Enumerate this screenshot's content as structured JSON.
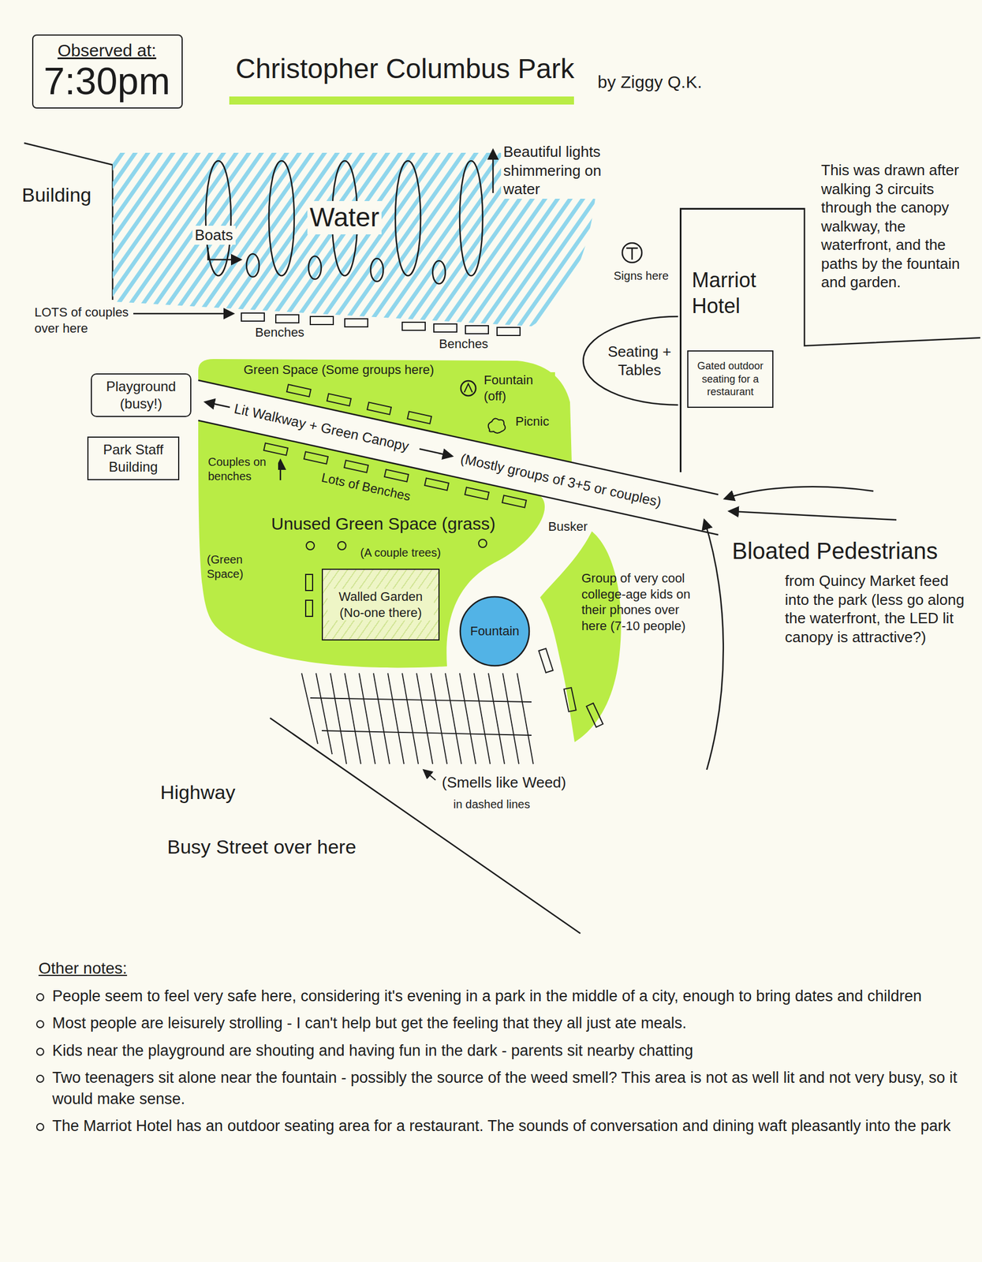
{
  "diagram": {
    "title": "Christopher Columbus Park",
    "nodes": [
      {
        "text": [
          "Observed at:",
          "7:30pm"
        ]
      },
      {
        "text": [
          "Marriot Hotel"
        ]
      },
      {
        "text": [
          "Seating + Tables"
        ]
      },
      {
        "text": [
          "Gated outdoor seating for a restaurant"
        ],
        "in": 1
      },
      {
        "text": [
          "Playground (busy!)"
        ]
      },
      {
        "text": [
          "Park Staff Building"
        ]
      },
      {
        "text": [
          "Walled Garden (No-one there)"
        ]
      },
      {
        "text": [
          "Fountain"
        ]
      }
    ],
    "labels": [
      "by Ziggy Q.K.",
      "Building",
      "Beautiful lights shimmering on water",
      "Water",
      "Boats",
      "This was drawn after walking 3 circuits through the canopy walkway, the waterfront, and the paths by the fountain and garden.",
      "Signs here",
      "LOTS of couples over here",
      "Benches",
      "Benches",
      "Green Space (Some groups here)",
      "Fountain (off)",
      "Picnic",
      "Lit Walkway + Green Canopy",
      "(Mostly groups of 3+5 or couples)",
      "Couples on benches",
      "Lots of Benches",
      "Unused Green Space (grass)",
      "Busker",
      "(A couple trees)",
      "(Green Space)",
      "Group of very cool college-age kids on their phones over here (7-10 people)",
      "Bloated Pedestrians",
      "from Quincy Market feed into the park (less go along the waterfront, the LED lit canopy is attractive?)",
      "Highway",
      "(Smells like Weed)",
      "in dashed lines",
      "Busy Street over here",
      "Other notes:",
      "People seem to feel very safe here, considering it's evening in a park in the middle of a city, enough to bring dates and children",
      "Most people are leisurely strolling - I can't help but get the feeling that they all just ate meals.",
      "Kids near the playground are shouting and having fun in the dark - parents sit nearby chatting",
      "Two teenagers sit alone near the fountain - possibly the source of the weed smell? This area is not as well lit and not very busy, so it would make sense.",
      "The Marriot Hotel has an outdoor seating area for a restaurant. The sounds of conversation and dining waft pleasantly into the park"
    ]
  }
}
